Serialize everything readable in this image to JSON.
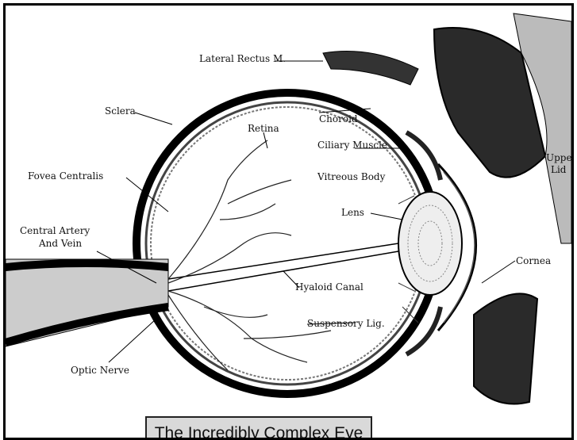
{
  "diagram": {
    "labels": {
      "lateral_rectus": "Lateral Rectus M.",
      "sclera": "Sclera",
      "choroid": "Choroid",
      "retina": "Retina",
      "ciliary_muscle": "Ciliary Muscle",
      "upper_lid_1": "Upper",
      "upper_lid_2": "Lid",
      "fovea": "Fovea Centralis",
      "vitreous": "Vitreous Body",
      "lens": "Lens",
      "central_artery_1": "Central Artery",
      "central_artery_2": "And Vein",
      "cornea": "Cornea",
      "hyaloid": "Hyaloid Canal",
      "suspensory": "Suspensory Lig.",
      "optic_nerve": "Optic Nerve"
    },
    "caption": "The Incredibly Complex Eye"
  }
}
